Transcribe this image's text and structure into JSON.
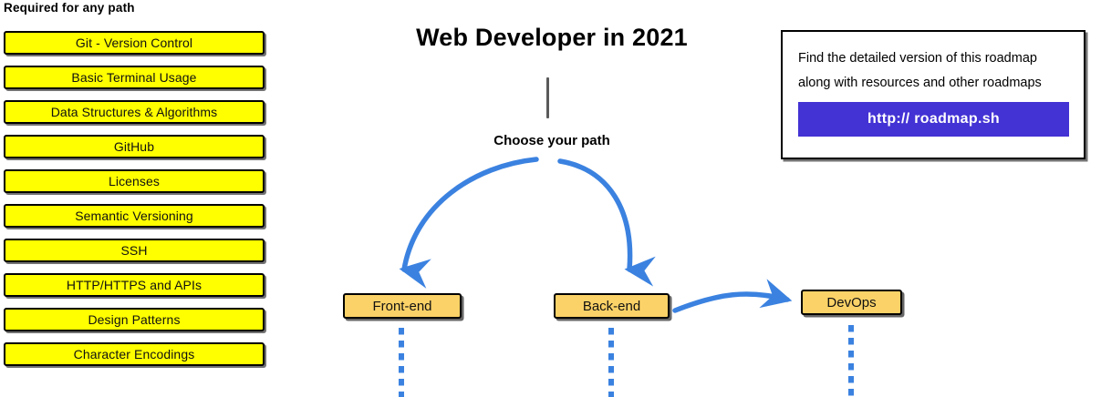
{
  "title": "Web Developer in 2021",
  "required_section": {
    "heading": "Required for any path",
    "items": [
      {
        "label": "Git - Version Control"
      },
      {
        "label": "Basic Terminal Usage"
      },
      {
        "label": "Data Structures & Algorithms"
      },
      {
        "label": "GitHub"
      },
      {
        "label": "Licenses"
      },
      {
        "label": "Semantic Versioning"
      },
      {
        "label": "SSH"
      },
      {
        "label": "HTTP/HTTPS and APIs"
      },
      {
        "label": "Design Patterns"
      },
      {
        "label": "Character Encodings"
      }
    ]
  },
  "center": {
    "choose_path_label": "Choose your path",
    "paths": [
      {
        "label": "Front-end"
      },
      {
        "label": "Back-end"
      },
      {
        "label": "DevOps"
      }
    ]
  },
  "info_box": {
    "line_1": "Find the detailed version of this roadmap",
    "line_2": "along with resources and other roadmaps",
    "button_label": "http:// roadmap.sh"
  },
  "colors": {
    "required_box_fill": "#ffff00",
    "path_box_fill": "#fbd267",
    "arrow_blue": "#3b82e0",
    "link_button_bg": "#4332d4",
    "link_button_text": "#ffffff",
    "stem_gray": "#5a5a5a",
    "outline_black": "#000000",
    "background": "#ffffff"
  }
}
